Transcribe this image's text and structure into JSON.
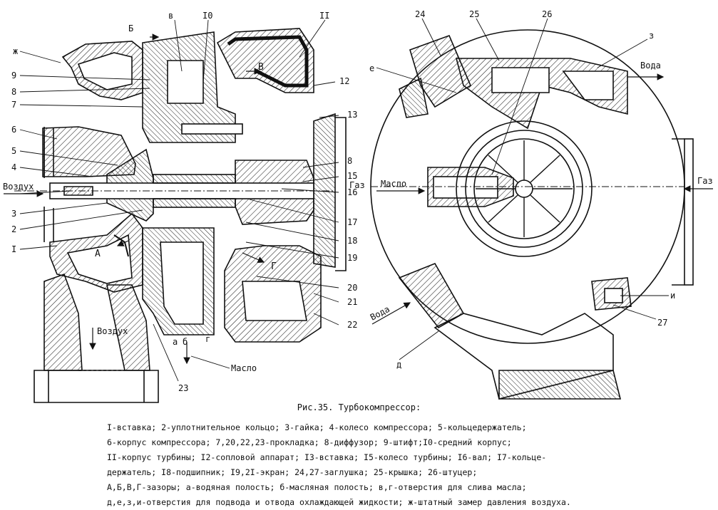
{
  "figure": {
    "caption": "Рис.35. Турбокомпрессор:",
    "legend_lines": [
      "I-вставка; 2-уплотнительное кольцо; 3-гайка; 4-колесо компрессора; 5-кольцедержатель;",
      "6-корпус компрессора; 7,20,22,23-прокладка; 8-диффузор; 9-штифт;I0-средний корпус;",
      "II-корпус турбины; I2-сопловой аппарат; I3-вставка; I5-колесо турбины; I6-вал; I7-кольце-",
      "держатель; I8-подшипник; I9,2I-экран; 24,27-заглушка; 25-крышка; 26-штуцер;",
      "А,Б,В,Г-зазоры; а-водяная полость; б-масляная полость; в,г-отверстия для слива масла;",
      "д,е,з,и-отверстия для подвода и отвода охлаждающей жидкости; ж-штатный замер давления воздуха."
    ]
  },
  "left_view": {
    "labels": {
      "zh": "ж",
      "n9": "9",
      "n8": "8",
      "n7": "7",
      "n6": "6",
      "n5": "5",
      "n4": "4",
      "vozduh_in": "Воздух",
      "n3": "3",
      "n2": "2",
      "nI": "I",
      "A": "А",
      "vozduh_out": "Воздух",
      "B_gap": "Б",
      "v": "в",
      "n10": "I0",
      "n11": "II",
      "V_gap": "В",
      "n12": "12",
      "n13": "13",
      "n8b": "8",
      "n15": "15",
      "gaz": "Газ",
      "n16": "16",
      "n17": "17",
      "n18": "18",
      "n19": "19",
      "G_gap": "Г",
      "n20": "20",
      "n21": "21",
      "n22": "22",
      "a": "а",
      "b": "б",
      "g": "г",
      "maslo": "Масло",
      "n23": "23"
    }
  },
  "right_view": {
    "labels": {
      "n24": "24",
      "n25": "25",
      "n26": "26",
      "z": "з",
      "voda_out": "Вода",
      "e": "е",
      "maslo": "Масло",
      "gaz": "Газ",
      "voda_in": "Вода",
      "i": "и",
      "n27": "27",
      "d": "д"
    }
  }
}
